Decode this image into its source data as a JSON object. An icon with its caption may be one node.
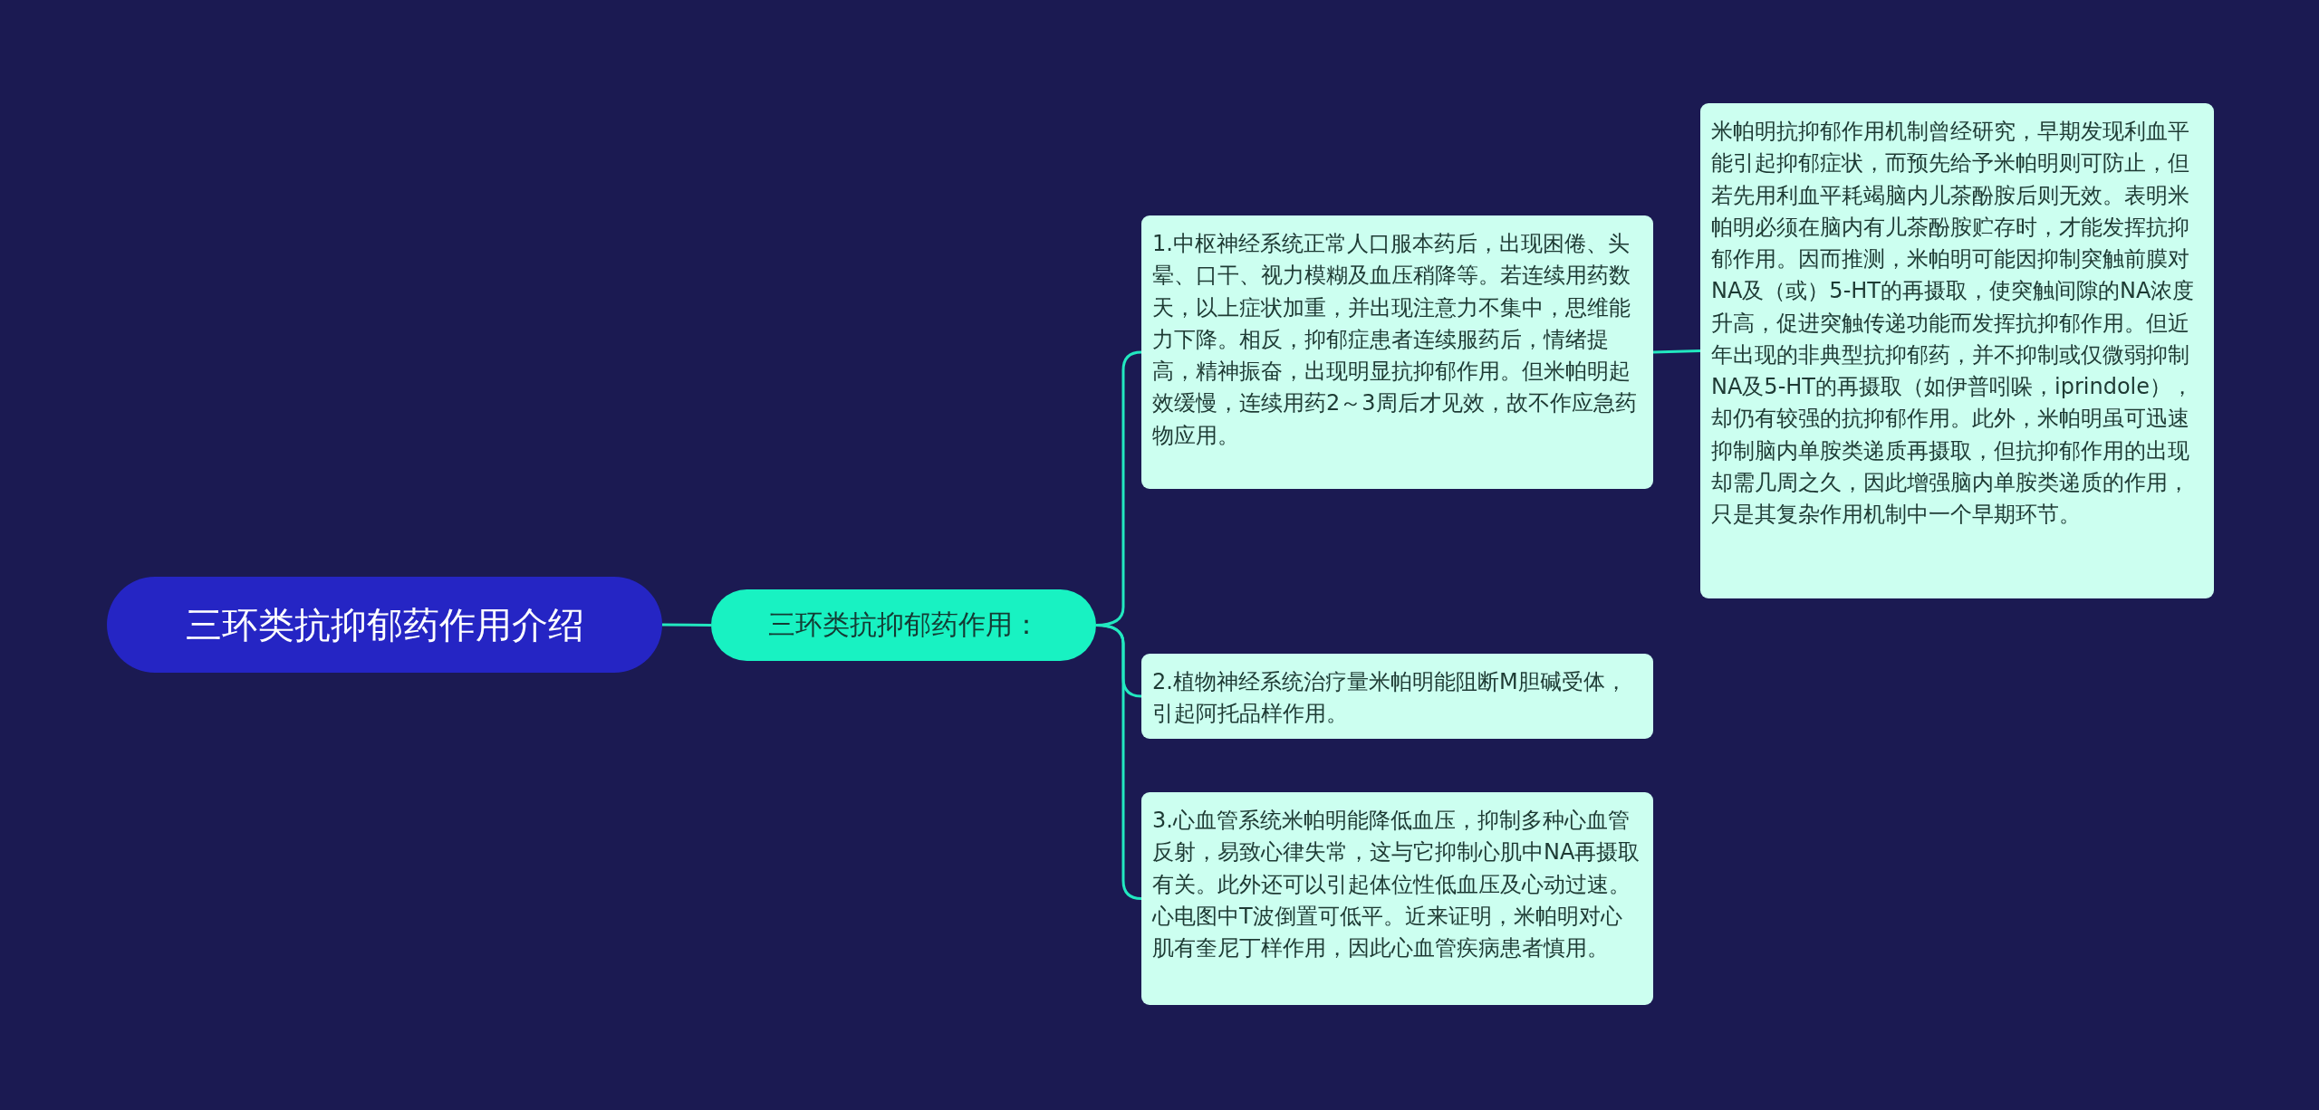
{
  "diagram": {
    "nodes": [
      {
        "text": [
          "三环类抗抑郁药作用介绍"
        ]
      },
      {
        "text": [
          "三环类抗抑郁药作用："
        ]
      },
      {
        "text": [
          "1.中枢神经系统正常人口服本药后，出现困倦、头晕、口干、视力模糊及血压稍降等。若连续用药数天，以上症状加重，并出现注意力不集中，思维能力下降。相反，抑郁症患者连续服药后，情绪提高，精神振奋，出现明显抗抑郁作用。但米帕明起效缓慢，连续用药2～3周后才见效，故不作应急药物应用。"
        ]
      },
      {
        "text": [
          "米帕明抗抑郁作用机制曾经研究，早期发现利血平能引起抑郁症状，而预先给予米帕明则可防止，但若先用利血平耗竭脑内儿茶酚胺后则无效。表明米帕明必须在脑内有儿茶酚胺贮存时，才能发挥抗抑郁作用。因而推测，米帕明可能因抑制突触前膜对NA及（或）5-HT的再摄取，使突触间隙的NA浓度升高，促进突触传递功能而发挥抗抑郁作用。但近年出现的非典型抗抑郁药，并不抑制或仅微弱抑制NA及5-HT的再摄取（如伊普吲哚，iprindole），却仍有较强的抗抑郁作用。此外，米帕明虽可迅速抑制脑内单胺类递质再摄取，但抗抑郁作用的出现却需几周之久，因此增强脑内单胺类递质的作用，只是其复杂作用机制中一个早期环节。"
        ]
      },
      {
        "text": [
          "2.植物神经系统治疗量米帕明能阻断M胆碱受体，引起阿托品样作用。"
        ]
      },
      {
        "text": [
          "3.心血管系统米帕明能降低血压，抑制多种心血管反射，易致心律失常，这与它抑制心肌中NA再摄取有关。此外还可以引起体位性低血压及心动过速。心电图中T波倒置可低平。近来证明，米帕明对心肌有奎尼丁样作用，因此心血管疾病患者慎用。"
        ]
      }
    ],
    "edges": [
      {
        "from": 0,
        "to": 1,
        "arrow": "none"
      },
      {
        "from": 1,
        "to": 2,
        "arrow": "none"
      },
      {
        "from": 1,
        "to": 4,
        "arrow": "none"
      },
      {
        "from": 1,
        "to": 5,
        "arrow": "none"
      },
      {
        "from": 2,
        "to": 3,
        "arrow": "none"
      }
    ]
  }
}
